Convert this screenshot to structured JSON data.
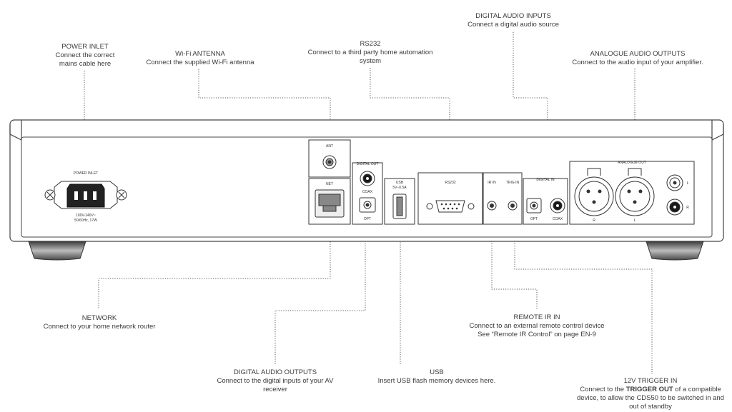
{
  "panel": {
    "power_inlet_label": "POWER INLET",
    "power_rating_line1": "100V-240V~",
    "power_rating_line2": "50/60Hz, 17W",
    "ant_label": "ANT",
    "net_label": "NET",
    "digital_out_label": "DIGITAL OUT",
    "coax_label": "COAX",
    "opt_label": "OPT",
    "usb_label": "USB",
    "usb_rating": "5V–0.5A",
    "rs232_label": "RS232",
    "ir_in_label": "IR IN",
    "trig_in_label": "TRIG IN",
    "digital_in_label": "DIGITAL IN",
    "digital_in_opt_label": "OPT",
    "digital_in_coax_label": "COAX",
    "analogue_out_label": "ANALOGUE OUT",
    "xlr_r_label": "R",
    "xlr_l_label": "L",
    "rca_l_label": "L",
    "rca_r_label": "R"
  },
  "callouts": {
    "power_inlet": {
      "title": "POWER INLET",
      "line1": "Connect the correct",
      "line2": "mains cable here"
    },
    "wifi_antenna": {
      "title": "Wi-Fi ANTENNA",
      "line1": "Connect the supplied Wi-Fi antenna"
    },
    "rs232": {
      "title": "RS232",
      "line1": "Connect to a third party home automation",
      "line2": "system"
    },
    "digital_audio_inputs": {
      "title": "DIGITAL AUDIO INPUTS",
      "line1": "Connect a digital audio source"
    },
    "analogue_audio_outputs": {
      "title": "ANALOGUE AUDIO OUTPUTS",
      "line1": "Connect to the audio input of your amplifier."
    },
    "network": {
      "title": "NETWORK",
      "line1": "Connect to your home network router"
    },
    "digital_audio_outputs": {
      "title": "DIGITAL AUDIO OUTPUTS",
      "line1": "Connect to the digital inputs of your AV",
      "line2": "receiver"
    },
    "usb": {
      "title": "USB",
      "line1": "Insert USB flash memory devices here."
    },
    "remote_ir_in": {
      "title": "REMOTE IR IN",
      "line1": "Connect to an external remote control device",
      "line2": "See “Remote IR Control” on page EN-9"
    },
    "trigger_in": {
      "title": "12V TRIGGER IN",
      "line1_pre": "Connect to the ",
      "line1_bold": "TRIGGER OUT",
      "line1_post": " of a compatible",
      "line2": "device, to allow the CDS50 to be switched in and",
      "line3": "out of standby"
    }
  },
  "colors": {
    "stroke": "#444444",
    "dotted": "#555555",
    "text": "#3a3a3a",
    "dark": "#1a1a1a"
  }
}
